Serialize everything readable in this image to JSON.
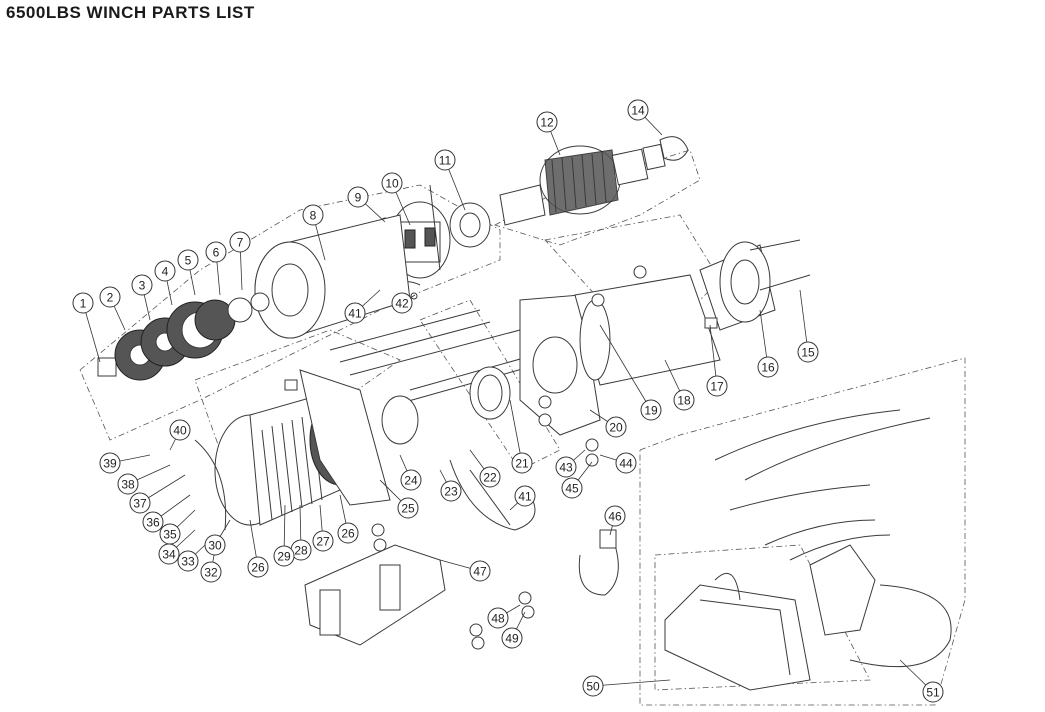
{
  "title": "6500LBS WINCH PARTS LIST",
  "part_numbers": [
    "1",
    "2",
    "3",
    "4",
    "5",
    "6",
    "7",
    "8",
    "9",
    "10",
    "11",
    "12",
    "14",
    "15",
    "16",
    "17",
    "18",
    "19",
    "20",
    "21",
    "22",
    "23",
    "24",
    "25",
    "26",
    "26",
    "27",
    "28",
    "29",
    "30",
    "32",
    "33",
    "34",
    "35",
    "36",
    "37",
    "38",
    "39",
    "40",
    "41",
    "41",
    "42",
    "43",
    "44",
    "45",
    "46",
    "47",
    "48",
    "49",
    "50",
    "51"
  ]
}
